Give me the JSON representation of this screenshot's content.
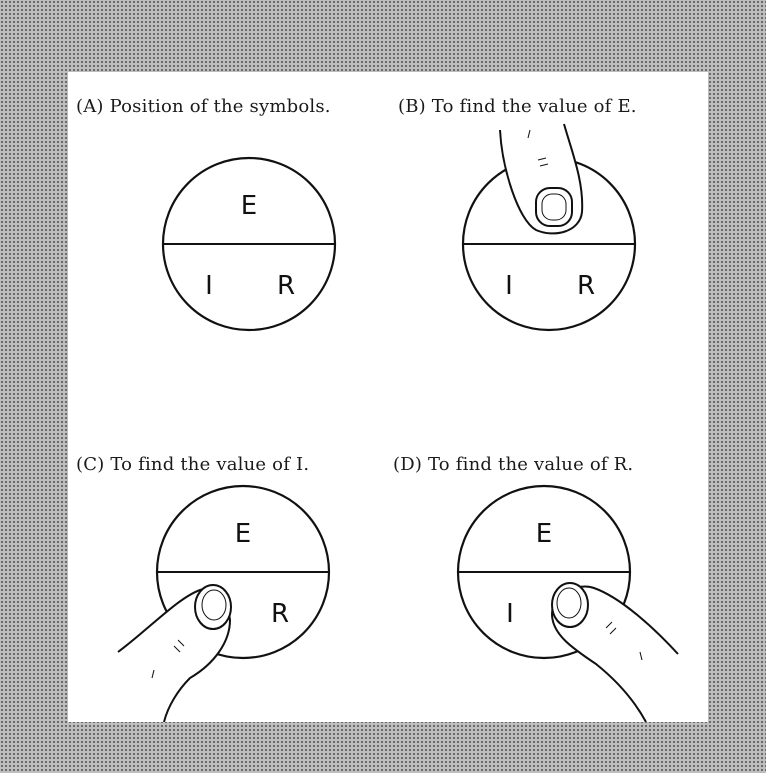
{
  "captions": {
    "a": "(A) Position of the symbols.",
    "b": "(B) To find the value of E.",
    "c": "(C) To find the value of I.",
    "d": "(D) To find the value of R."
  },
  "symbols": {
    "e": "E",
    "i": "I",
    "r": "R"
  }
}
